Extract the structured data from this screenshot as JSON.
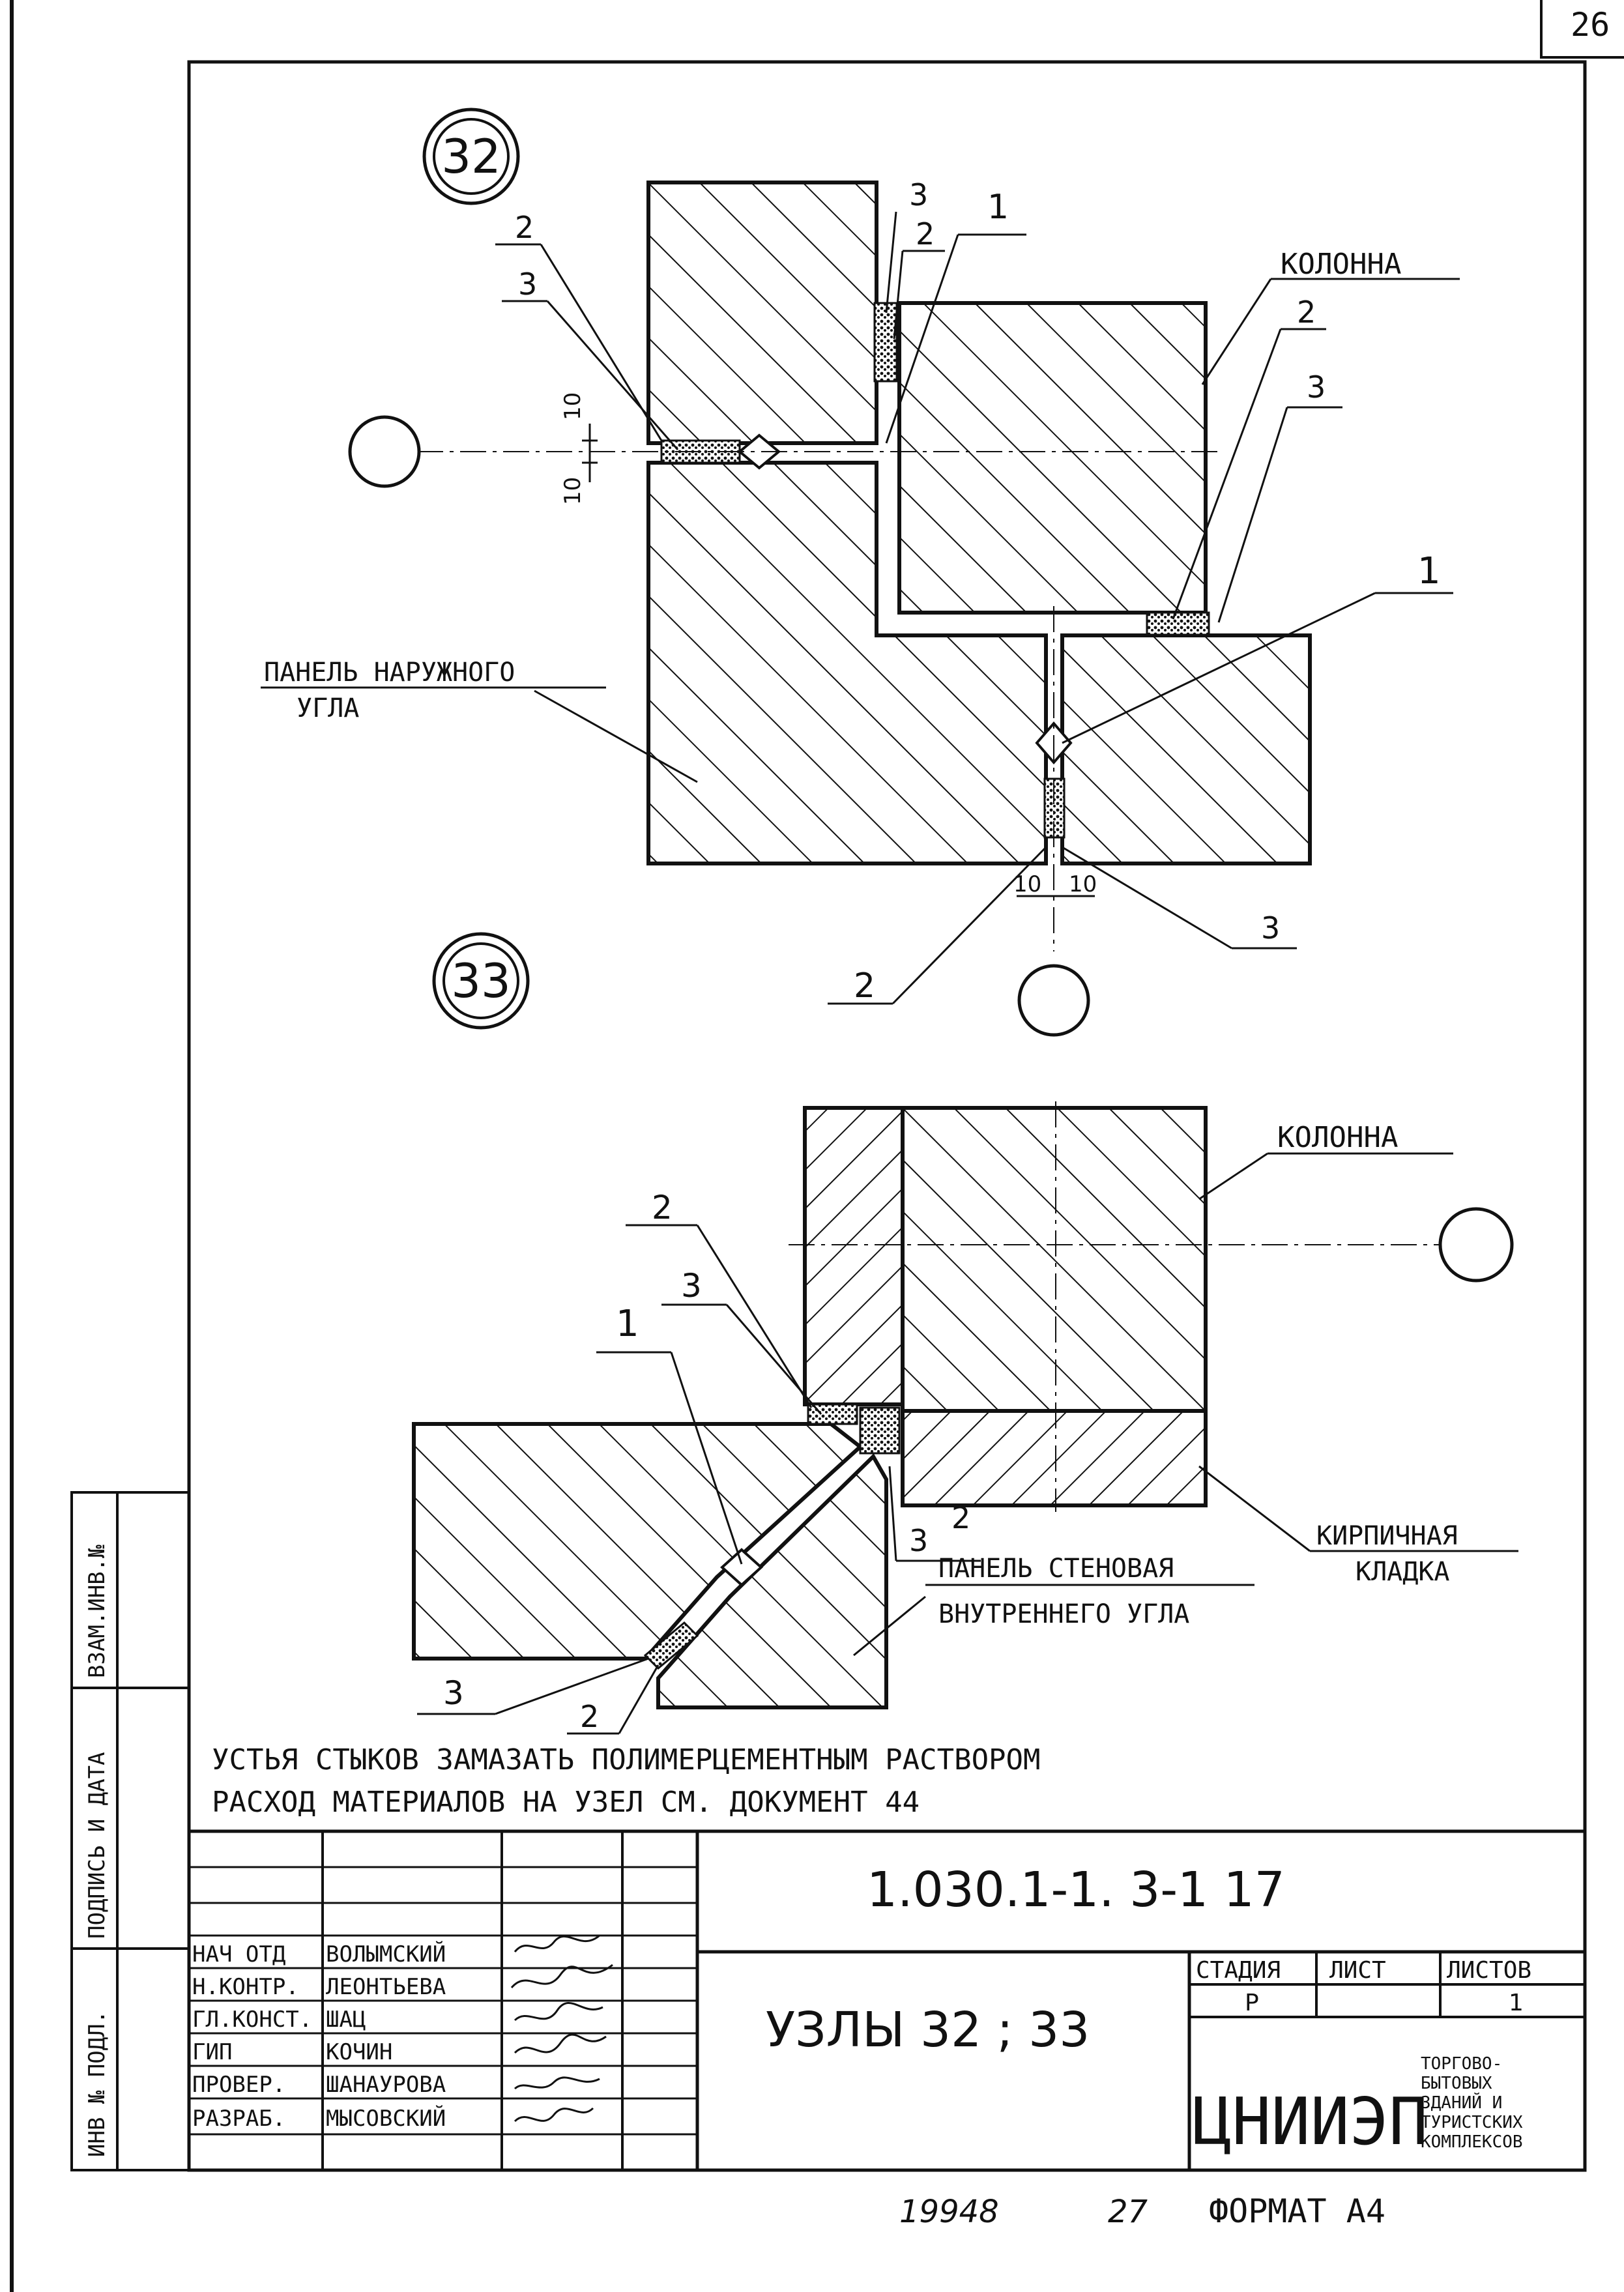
{
  "sheet": {
    "page_corner": "26"
  },
  "node32": {
    "number": "32",
    "labels": {
      "column": "КОЛОННА",
      "panel_outer_line1": "ПАНЕЛЬ НАРУЖНОГО",
      "panel_outer_line2": "УГЛА",
      "c2a": "2",
      "c3a": "3",
      "c3b": "3",
      "c1a": "1",
      "c2b": "2",
      "c2c": "2",
      "c3c": "3",
      "c1b": "1",
      "c3d": "3",
      "c2d": "2"
    },
    "dims": {
      "d10_top": "10",
      "d10_left": "10",
      "d10_bot_left": "10",
      "d10_bot_right": "10"
    }
  },
  "node33": {
    "number": "33",
    "labels": {
      "column": "КОЛОННА",
      "brick_line1": "КИРПИЧНАЯ",
      "brick_line2": "КЛАДКА",
      "panel_inner_line1": "ПАНЕЛЬ СТЕНОВАЯ",
      "panel_inner_line2": "ВНУТРЕННЕГО УГЛА",
      "c2a": "2",
      "c3a": "3",
      "c1": "1",
      "c3b": "3",
      "c2b": "2",
      "c3c": "3",
      "c2c": "2"
    }
  },
  "notes": {
    "line1": "УСТЬЯ СТЫКОВ ЗАМАЗАТЬ ПОЛИМЕРЦЕМЕНТНЫМ РАСТВОРОМ",
    "line2": "РАСХОД МАТЕРИАЛОВ НА УЗЕЛ СМ. ДОКУМЕНТ 44"
  },
  "side_stamp": {
    "inv_podl": "ИНВ № ПОДЛ.",
    "signature_date": "ПОДПИСЬ И ДАТА",
    "vzam_inv": "ВЗАМ.ИНВ.№"
  },
  "title_block": {
    "doc_code": "1.030.1-1. 3-1 17",
    "title": "УЗЛЫ 32 ; 33",
    "roles": [
      {
        "role": "НАЧ ОТД",
        "name": "ВОЛЫМСКИЙ"
      },
      {
        "role": "Н.КОНТР.",
        "name": "ЛЕОНТЬЕВА"
      },
      {
        "role": "ГЛ.КОНСТ.",
        "name": "ШАЦ"
      },
      {
        "role": "ГИП",
        "name": "КОЧИН"
      },
      {
        "role": "ПРОВЕР.",
        "name": "ШАНАУРОВА"
      },
      {
        "role": "РАЗРАБ.",
        "name": "МЫСОВСКИЙ"
      }
    ],
    "stage_header": "СТАДИЯ",
    "sheet_header": "ЛИСТ",
    "sheets_header": "ЛИСТОВ",
    "stage": "Р",
    "sheets": "1",
    "org": "ЦНИИЭП",
    "org_desc": [
      "ТОРГОВО-",
      "БЫТОВЫХ",
      "ЗДАНИЙ И",
      "ТУРИСТСКИХ",
      "КОМПЛЕКСОВ"
    ]
  },
  "footer": {
    "inv": "19948",
    "page": "27",
    "format": "ФОРМАТ А4"
  }
}
